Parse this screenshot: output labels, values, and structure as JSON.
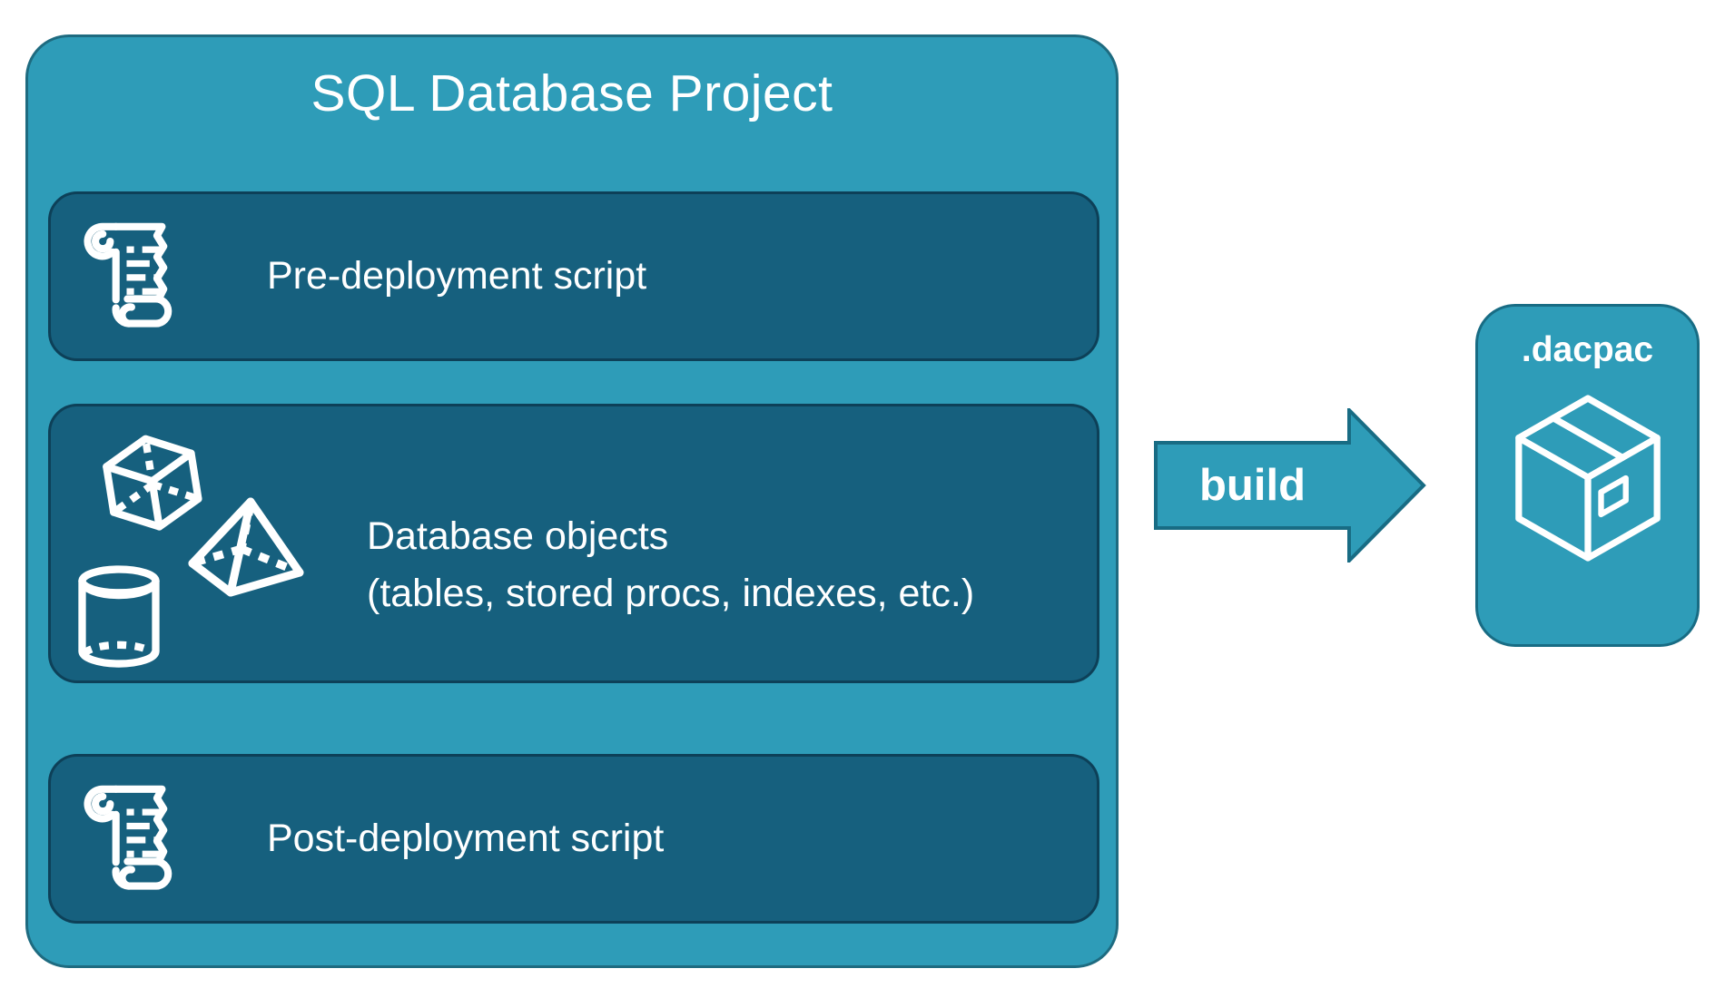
{
  "project": {
    "title": "SQL Database Project",
    "items": [
      {
        "id": "pre-deployment",
        "label": "Pre-deployment script",
        "icon": "scroll-icon"
      },
      {
        "id": "database-objects",
        "label_line1": "Database objects",
        "label_line2": "(tables, stored procs, indexes, etc.)",
        "icons": [
          "cube-icon",
          "pyramid-icon",
          "cylinder-icon"
        ]
      },
      {
        "id": "post-deployment",
        "label": "Post-deployment script",
        "icon": "scroll-icon"
      }
    ]
  },
  "arrow": {
    "label": "build",
    "direction": "right"
  },
  "output": {
    "label": ".dacpac",
    "icon": "package-icon"
  },
  "colors": {
    "teal": "#2E9CB8",
    "dark_panel": "#16607E",
    "outer_border": "#1E6B80",
    "panel_border": "#0D4058",
    "arrow_border": "#186C84",
    "text": "#FFFFFF"
  }
}
